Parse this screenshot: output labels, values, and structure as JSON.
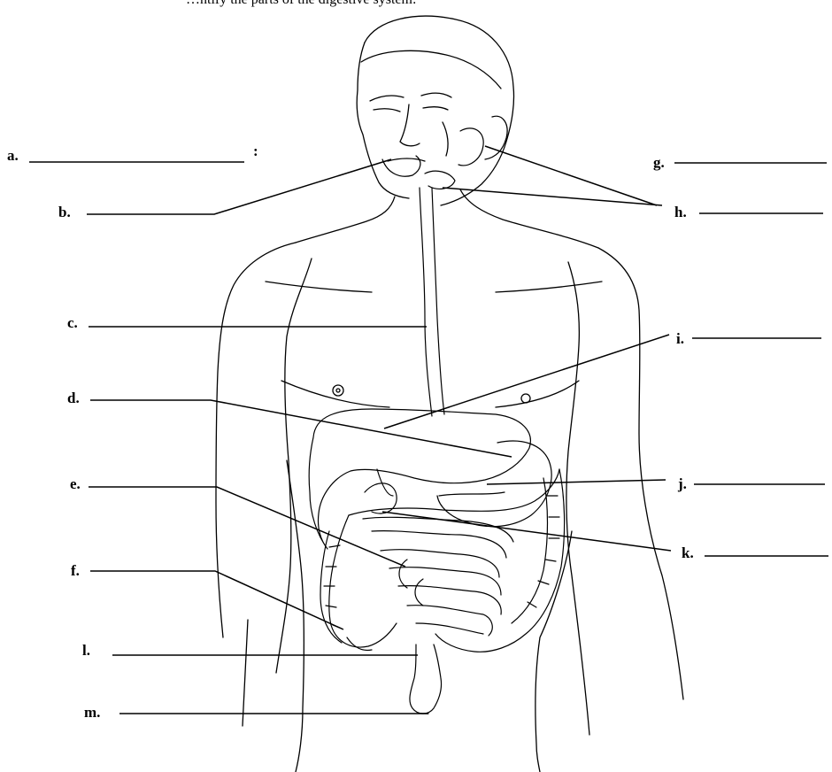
{
  "header_fragment": "…ntify the parts of the digestive system:",
  "labels": {
    "a": "a.",
    "colon_mark": ":",
    "b": "b.",
    "c": "c.",
    "d": "d.",
    "e": "e.",
    "f": "f.",
    "g": "g.",
    "h": "h.",
    "i": "i.",
    "j": "j.",
    "k": "k.",
    "l": "l.",
    "m": "m."
  },
  "colors": {
    "ink": "#000000",
    "background": "#ffffff"
  }
}
